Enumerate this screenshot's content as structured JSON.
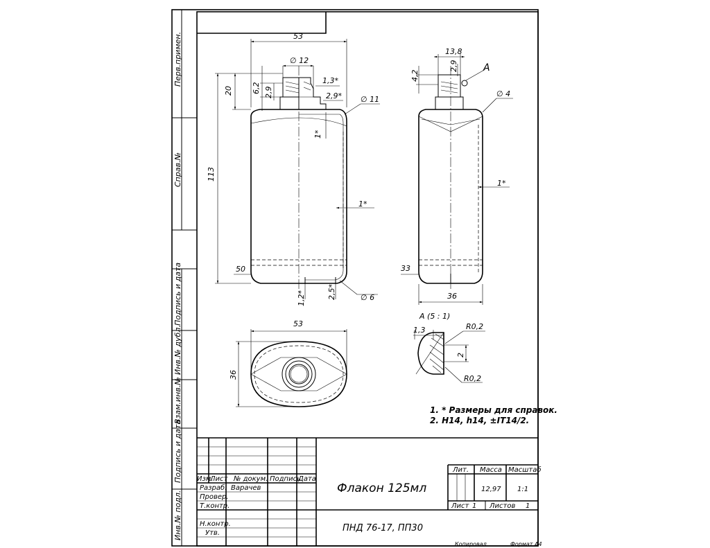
{
  "side_stamps": {
    "perv_primen": "Перв.примен.",
    "sprav_no": "Справ.№",
    "podpis_data_1": "Подпись и дата",
    "inv_dubl": "Инв.№ дубл.",
    "vzam_inv": "Взам.инв.№",
    "podpis_data_2": "Подпись и дата",
    "inv_podl": "Инв.№ подл."
  },
  "front_view": {
    "width": "53",
    "height": "113",
    "neck_height": "20",
    "d12": "∅ 12",
    "d11": "∅ 11",
    "d6": "∅ 6",
    "h6_2": "6,2",
    "h2_9": "2,9",
    "d1_3": "1,3*",
    "d2_9": "2,9*",
    "d1_top": "1*",
    "wall_1": "1*",
    "bottom_50": "50",
    "bottom_1_2": "1,2*",
    "bottom_2_5": "2,5*"
  },
  "side_view": {
    "width_13_8": "13,8",
    "h4_2": "4,2",
    "h2_9": "2,9",
    "detail_a": "А",
    "d4": "∅ 4",
    "wall_1": "1*",
    "bottom_33": "33",
    "width_36": "36"
  },
  "top_view": {
    "width": "53",
    "height": "36"
  },
  "detail": {
    "title": "А (5 : 1)",
    "d1_3": "1,3",
    "r_top": "R0,2",
    "h2": "2",
    "r_bottom": "R0,2"
  },
  "notes": {
    "line1": "1. * Размеры для справок.",
    "line2": "2. H14, h14, ±IT14/2."
  },
  "title_block": {
    "izm": "Изм.",
    "list": "Лист",
    "doc_no": "№ докум.",
    "signature": "Подпись",
    "date": "Дата",
    "razrab_label": "Разраб.",
    "razrab_name": "Варачев",
    "prover": "Провер.",
    "tkontr": "Т.контр.",
    "nkontr": "Н.контр.",
    "utv": "Утв.",
    "title": "Флакон 125мл",
    "material": "ПНД 76-17, ПП30",
    "lit_label": "Лит.",
    "massa_label": "Масса",
    "masshtab_label": "Масштаб",
    "massa_value": "12,97",
    "masshtab_value": "1:1",
    "list_label": "Лист",
    "list_value": "1",
    "listov_label": "Листов",
    "listov_value": "1"
  },
  "footer": {
    "kopiroval": "Копировал",
    "format": "Формат А4"
  }
}
